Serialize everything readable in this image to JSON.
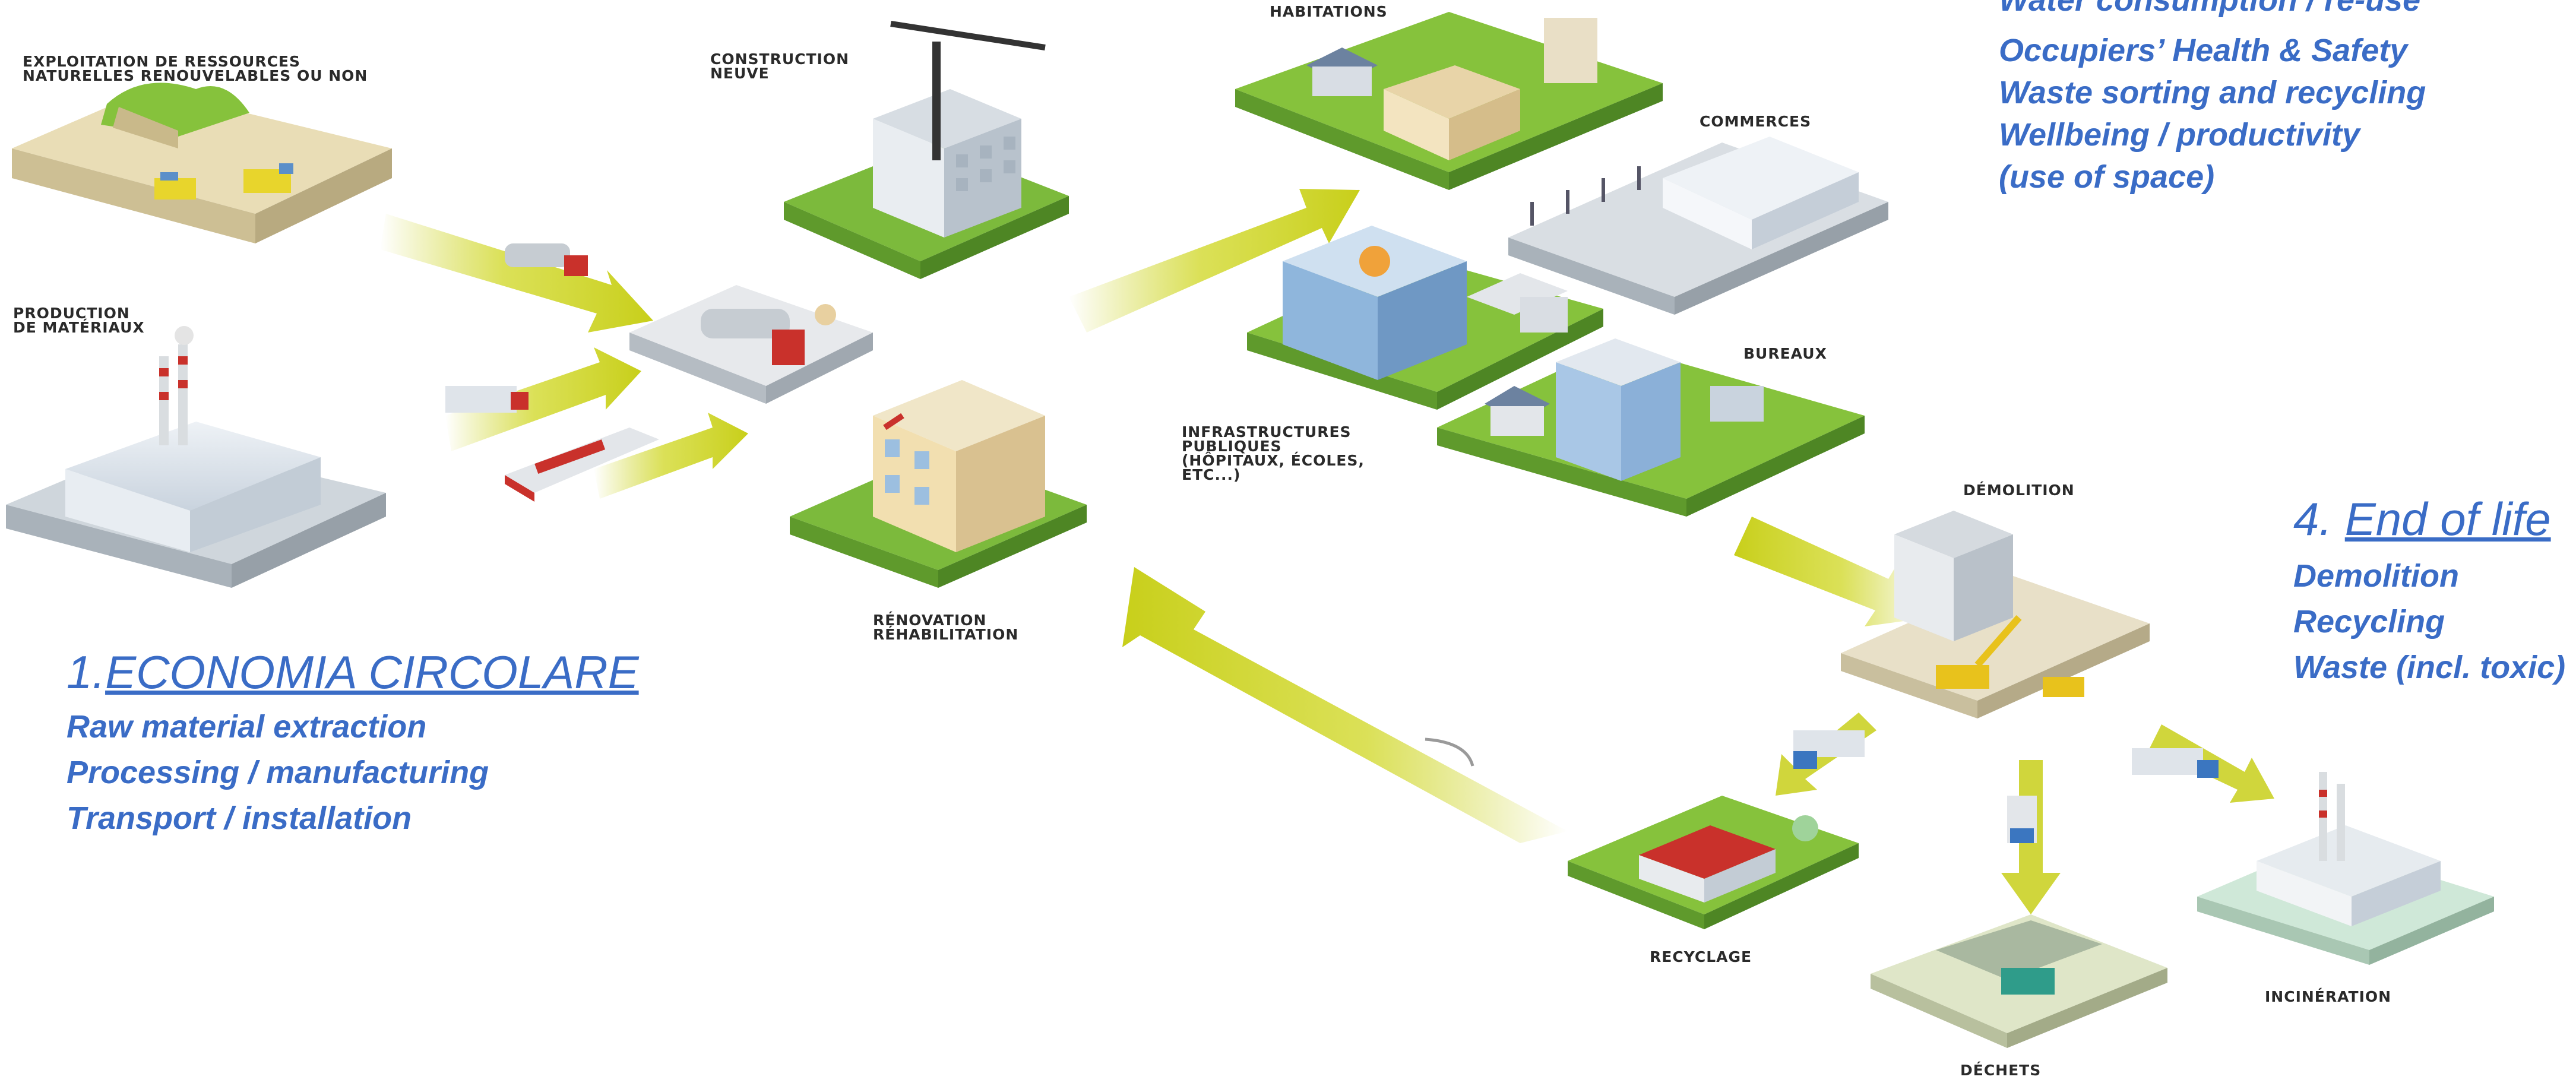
{
  "labels": {
    "exploitation": "EXPLOITATION DE RESSOURCES\nNATURELLES RENOUVELABLES OU NON",
    "production": "PRODUCTION\nDE MATÉRIAUX",
    "construction": "CONSTRUCTION\nNEUVE",
    "habitations": "HABITATIONS",
    "commerces": "COMMERCES",
    "bureaux": "BUREAUX",
    "infrastructures": "INFRASTRUCTURES\nPUBLIQUES\n(HÔPITAUX, ÉCOLES,\nETC...)",
    "renovation": "RÉNOVATION\nRÉHABILITATION",
    "demolition": "DÉMOLITION",
    "recyclage": "RECYCLAGE",
    "dechets": "DÉCHETS",
    "incineration": "INCINÉRATION"
  },
  "section1": {
    "number": "1.",
    "title": "ECONOMIA CIRCOLARE",
    "items": [
      "Raw material extraction",
      "Processing / manufacturing",
      "Transport / installation"
    ]
  },
  "section3": {
    "items": [
      "Water consumption / re-use",
      "Occupiers’ Health & Safety",
      "Waste sorting and recycling",
      "Wellbeing / productivity",
      "(use of space)"
    ]
  },
  "section4": {
    "number": "4. ",
    "title": "End of life",
    "items": [
      "Demolition",
      "Recycling",
      "Waste (incl. toxic)"
    ]
  },
  "colors": {
    "accent_text": "#3a6cc6",
    "arrow": "#c8cf1a",
    "grass": "#86c23c",
    "building": "#dfe6ee",
    "glass": "#7fa9d6",
    "label": "#2a2a2a"
  }
}
